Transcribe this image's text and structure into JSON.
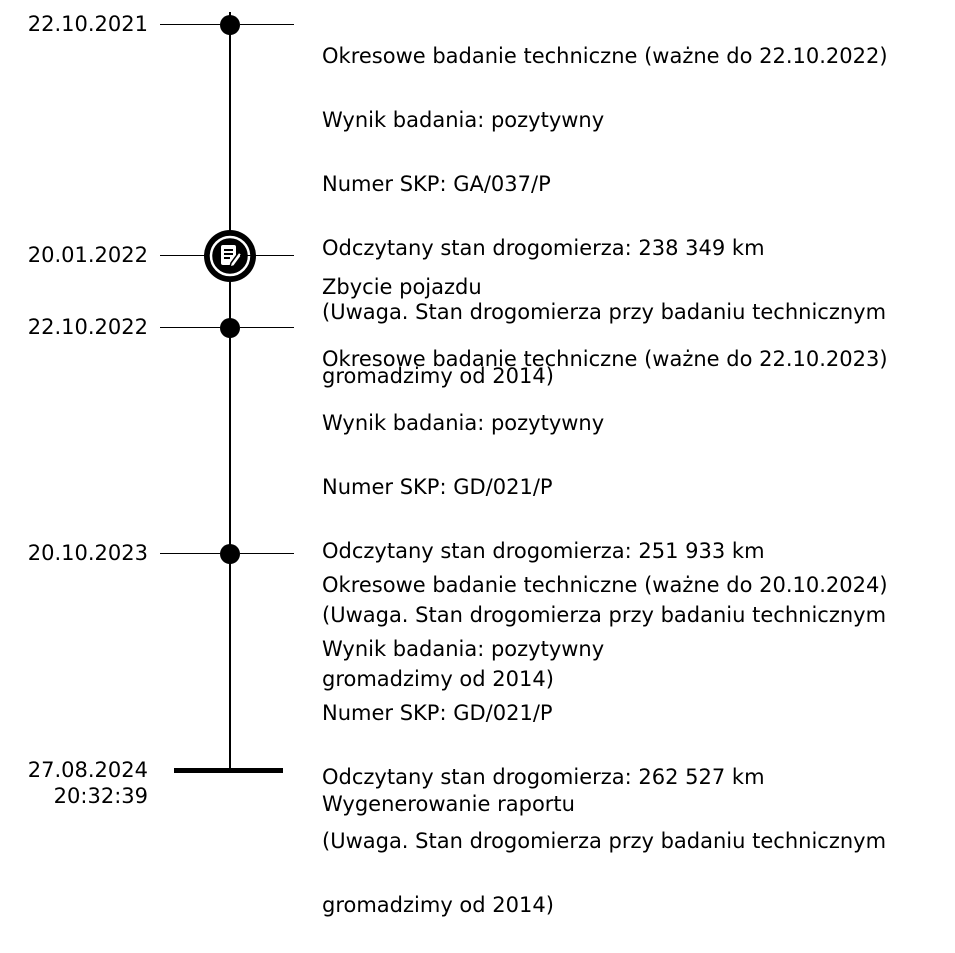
{
  "events": [
    {
      "date": "22.10.2021",
      "marker": "dot",
      "lines": [
        "Okresowe badanie techniczne (ważne do 22.10.2022)",
        "Wynik badania: pozytywny",
        "Numer SKP: GA/037/P",
        "Odczytany stan drogomierza: 238 349 km",
        "(Uwaga. Stan drogomierza przy badaniu technicznym",
        "gromadzimy od 2014)"
      ]
    },
    {
      "date": "20.01.2022",
      "marker": "edit-document-icon",
      "lines": [
        "Zbycie pojazdu"
      ]
    },
    {
      "date": "22.10.2022",
      "marker": "dot",
      "lines": [
        "Okresowe badanie techniczne (ważne do 22.10.2023)",
        "Wynik badania: pozytywny",
        "Numer SKP: GD/021/P",
        "Odczytany stan drogomierza: 251 933 km",
        "(Uwaga. Stan drogomierza przy badaniu technicznym",
        "gromadzimy od 2014)"
      ]
    },
    {
      "date": "20.10.2023",
      "marker": "dot",
      "lines": [
        "Okresowe badanie techniczne (ważne do 20.10.2024)",
        "Wynik badania: pozytywny",
        "Numer SKP: GD/021/P",
        "Odczytany stan drogomierza: 262 527 km",
        "(Uwaga. Stan drogomierza przy badaniu technicznym",
        "gromadzimy od 2014)"
      ]
    }
  ],
  "report": {
    "date": "27.08.2024",
    "time": "20:32:39",
    "label": "Wygenerowanie raportu"
  }
}
